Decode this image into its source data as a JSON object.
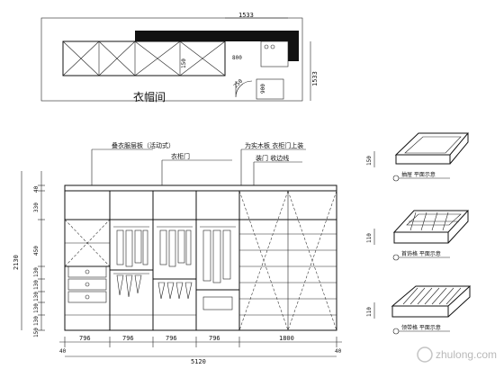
{
  "plan": {
    "room_label": "衣帽间",
    "dims": [
      "1533",
      "1533",
      "150",
      "800",
      "250",
      "900"
    ]
  },
  "elevation": {
    "callouts": [
      "叠衣服层板（活动式）",
      "衣柜门",
      "为实木板 衣柜门上装",
      "装门 收边线"
    ],
    "bottom_dims": [
      "40",
      "796",
      "796",
      "796",
      "796",
      "1800",
      "40"
    ],
    "total_width": "5120",
    "height_total": "2130",
    "left_dims": [
      "40",
      "330",
      "130",
      "130",
      "130",
      "130",
      "130",
      "150"
    ],
    "top_row_height": "450"
  },
  "details": [
    {
      "height_label": "150",
      "caption": "抽屉 平面示意"
    },
    {
      "height_label": "110",
      "caption": "首饰格 平面示意"
    },
    {
      "height_label": "110",
      "caption": "领带格 平面示意"
    }
  ],
  "watermark": {
    "text": "zhulong.com"
  }
}
